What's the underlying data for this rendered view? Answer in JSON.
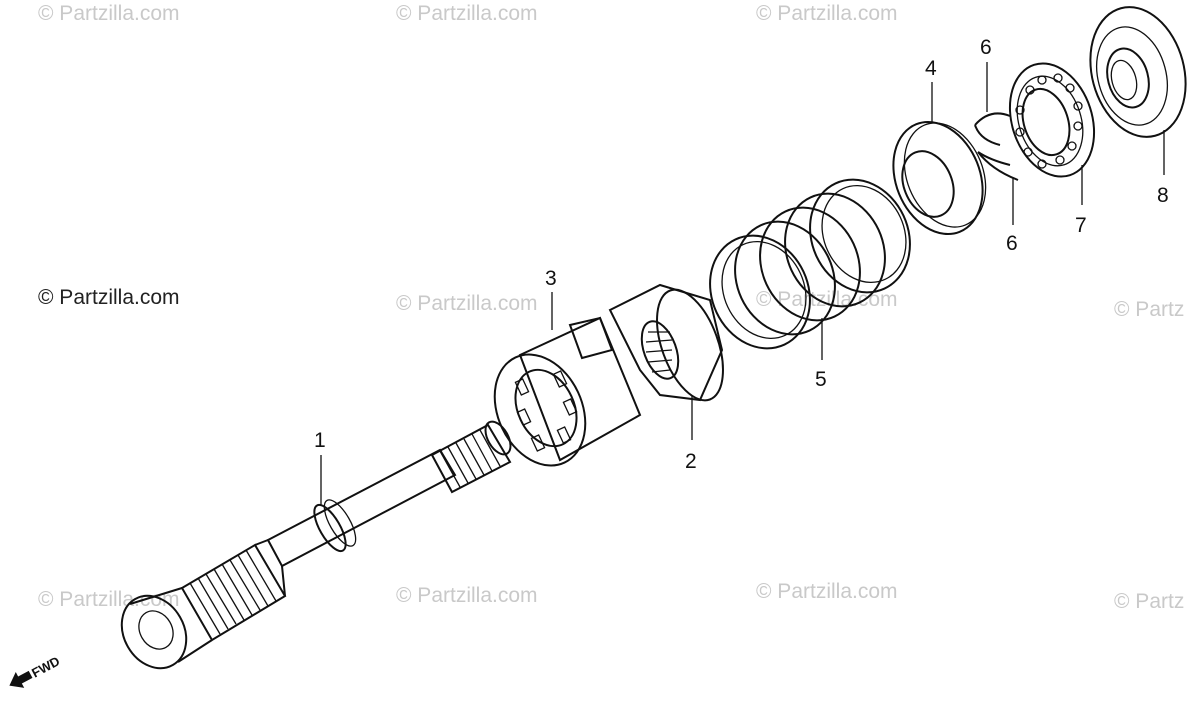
{
  "watermark": {
    "text": "© Partzilla.com",
    "main_text": "© Partzilla.com",
    "partial_text": "© Partz"
  },
  "direction_label": "FWD",
  "callouts": [
    {
      "number": "1"
    },
    {
      "number": "2"
    },
    {
      "number": "3"
    },
    {
      "number": "4"
    },
    {
      "number": "5"
    },
    {
      "number": "6"
    },
    {
      "number": "6"
    },
    {
      "number": "7"
    },
    {
      "number": "8"
    }
  ],
  "colors": {
    "line_art": "#111111",
    "watermark": "#c9c9c9",
    "background": "#ffffff"
  }
}
